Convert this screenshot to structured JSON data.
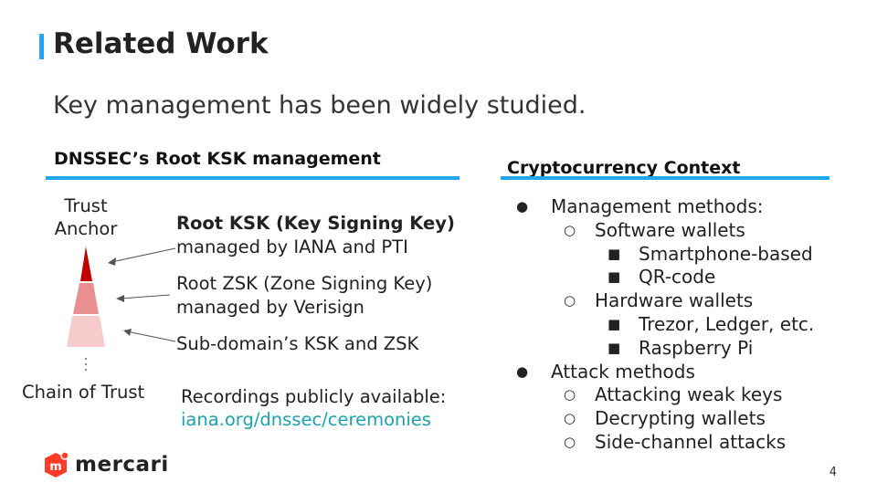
{
  "title": "Related Work",
  "subtitle": "Key management has been widely studied.",
  "left": {
    "heading": "DNSSEC’s Root KSK management",
    "trust_anchor": [
      "Trust",
      "Anchor"
    ],
    "chain_of_trust": "Chain of Trust",
    "items": [
      {
        "line1": "Root KSK (Key Signing Key)",
        "line2": "managed by IANA and PTI"
      },
      {
        "line1": "Root ZSK (Zone Signing Key)",
        "line2": "managed by Verisign"
      },
      {
        "line1": "Sub-domain’s KSK and ZSK"
      }
    ],
    "recordings": "Recordings publicly available:",
    "link": "iana.org/dnssec/ceremonies",
    "colors": {
      "top": "#c00000",
      "mid": "#e8908f",
      "low": "#f5cccb",
      "accent": "#22a7f0"
    }
  },
  "right": {
    "heading": "Cryptocurrency Context",
    "bullets": [
      {
        "level": 1,
        "text": "Management methods:"
      },
      {
        "level": 2,
        "text": "Software wallets"
      },
      {
        "level": 3,
        "text": "Smartphone-based"
      },
      {
        "level": 3,
        "text": "QR-code"
      },
      {
        "level": 2,
        "text": "Hardware wallets"
      },
      {
        "level": 3,
        "text": "Trezor, Ledger, etc."
      },
      {
        "level": 3,
        "text": "Raspberry Pi"
      },
      {
        "level": 1,
        "text": "Attack methods"
      },
      {
        "level": 2,
        "text": "Attacking weak keys"
      },
      {
        "level": 2,
        "text": "Decrypting wallets"
      },
      {
        "level": 2,
        "text": "Side-channel attacks"
      }
    ],
    "markers": {
      "1": "●",
      "2": "○",
      "3": "■"
    }
  },
  "footer": {
    "logo_text": "mercari",
    "logo_glyph": "m",
    "page_number": "4",
    "logo_color": "#ff3c28"
  }
}
